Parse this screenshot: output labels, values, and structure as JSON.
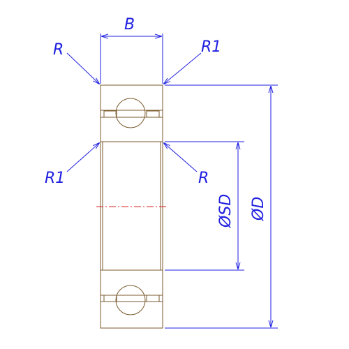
{
  "labels": {
    "width": "B",
    "radius_top_left": "R",
    "radius_top_right": "R1",
    "radius_inner_left": "R1",
    "radius_inner_right": "R",
    "bore_diameter": "ØSD",
    "outer_diameter": "ØD"
  },
  "colors": {
    "dimension": "#1f1fe0",
    "outline": "#7a5a2e",
    "hatch": "#2a2a9a",
    "centerline": "#d82020"
  }
}
